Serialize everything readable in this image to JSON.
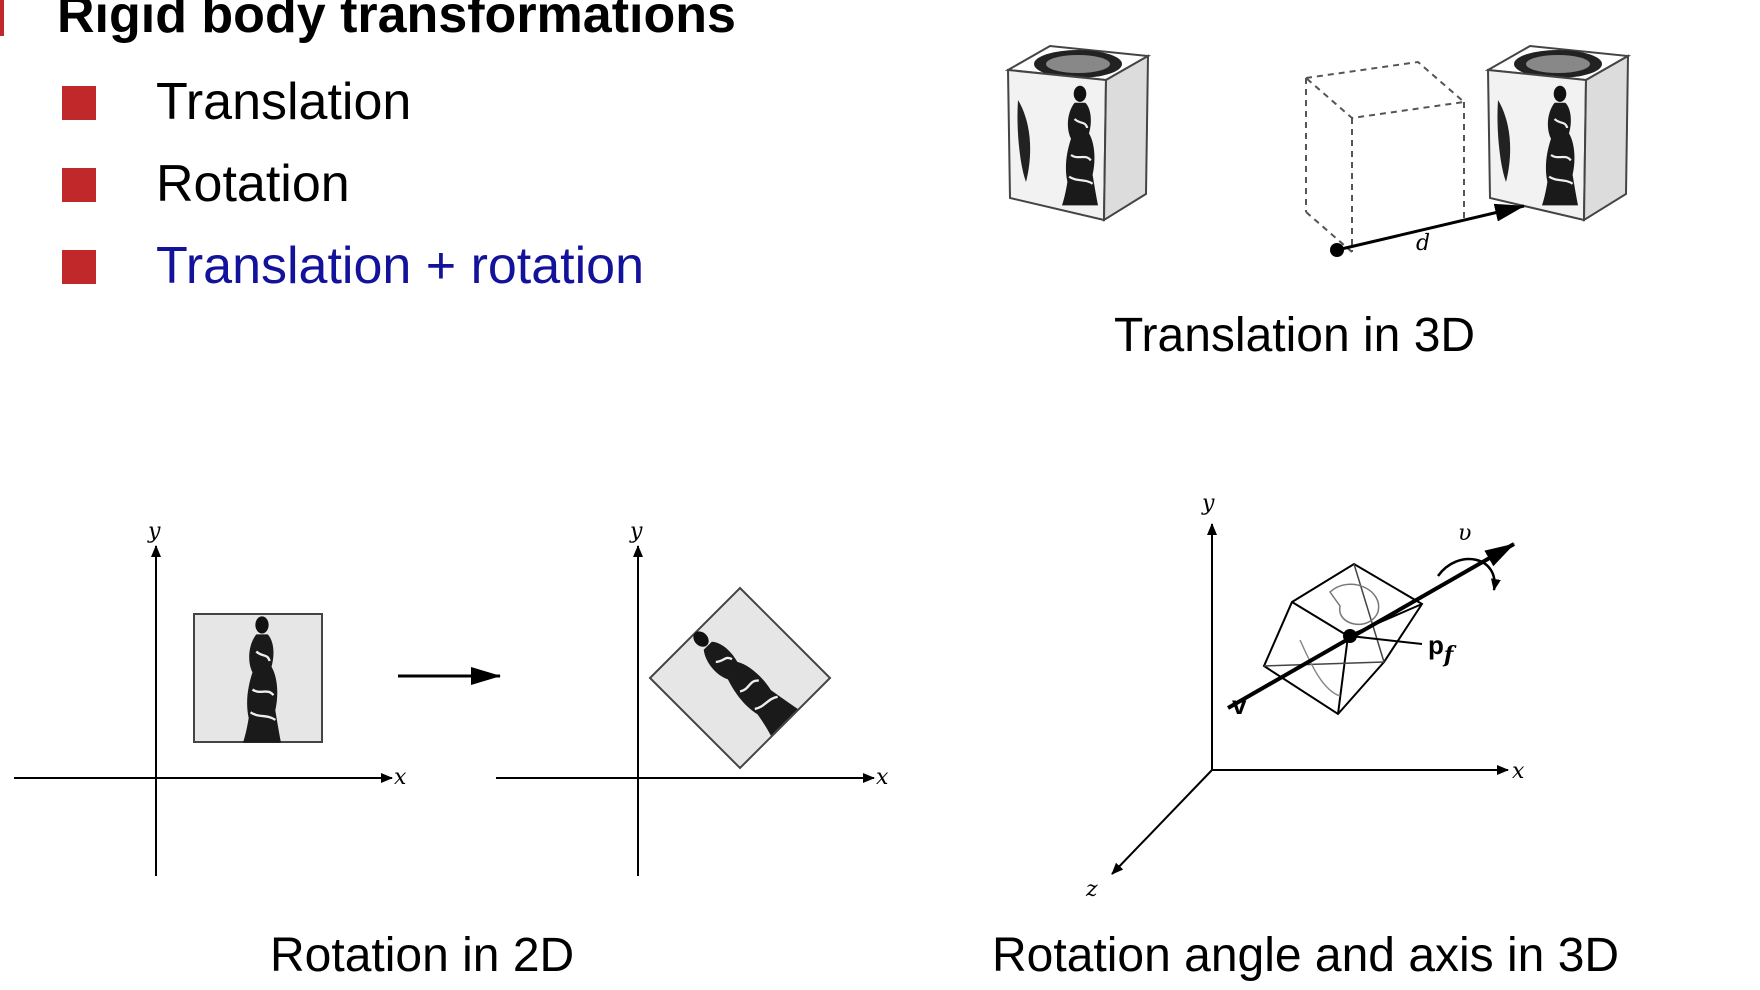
{
  "slide": {
    "title": "Rigid body transformations",
    "bullets": [
      {
        "label": "Translation",
        "color": "#000000"
      },
      {
        "label": "Rotation",
        "color": "#000000"
      },
      {
        "label": "Translation + rotation",
        "color": "#12129a"
      }
    ],
    "accent_color": "#c0282a"
  },
  "figures": {
    "translation_3d": {
      "caption": "Translation in 3D",
      "vector_label": "d"
    },
    "rotation_2d": {
      "caption": "Rotation in 2D",
      "x_label": "x",
      "y_label": "y"
    },
    "rotation_3d": {
      "caption": "Rotation angle and axis in 3D",
      "x_label": "x",
      "y_label": "y",
      "z_label": "z",
      "angle_label": "υ",
      "axis_label": "v",
      "point_label": "p",
      "point_sub": "f"
    }
  }
}
